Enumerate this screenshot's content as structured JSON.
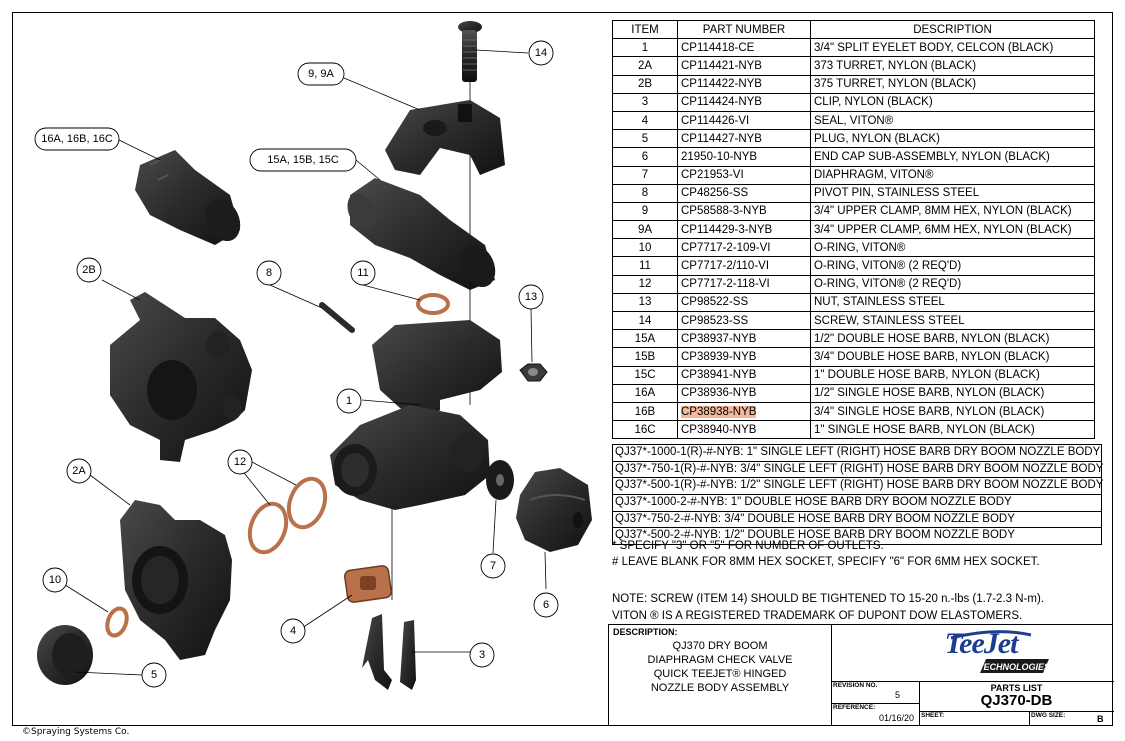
{
  "callouts": {
    "c14": "14",
    "c9": "9, 9A",
    "c16": "16A, 16B, 16C",
    "c15": "15A, 15B, 15C",
    "c2b": "2B",
    "c8": "8",
    "c11": "11",
    "c13": "13",
    "c1": "1",
    "c12": "12",
    "c2a": "2A",
    "c10": "10",
    "c7": "7",
    "c4": "4",
    "c6": "6",
    "c3": "3",
    "c5": "5"
  },
  "table": {
    "headers": [
      "ITEM",
      "PART NUMBER",
      "DESCRIPTION"
    ],
    "rows": [
      {
        "item": "1",
        "pn": "CP114418-CE",
        "desc": "3/4\" SPLIT EYELET BODY, CELCON (BLACK)"
      },
      {
        "item": "2A",
        "pn": "CP114421-NYB",
        "desc": "373 TURRET, NYLON (BLACK)"
      },
      {
        "item": "2B",
        "pn": "CP114422-NYB",
        "desc": "375 TURRET, NYLON (BLACK)"
      },
      {
        "item": "3",
        "pn": "CP114424-NYB",
        "desc": "CLIP, NYLON (BLACK)"
      },
      {
        "item": "4",
        "pn": "CP114426-VI",
        "desc": "SEAL, VITON®"
      },
      {
        "item": "5",
        "pn": "CP114427-NYB",
        "desc": "PLUG, NYLON (BLACK)"
      },
      {
        "item": "6",
        "pn": "21950-10-NYB",
        "desc": "END CAP SUB-ASSEMBLY, NYLON (BLACK)"
      },
      {
        "item": "7",
        "pn": "CP21953-VI",
        "desc": "DIAPHRAGM, VITON®"
      },
      {
        "item": "8",
        "pn": "CP48256-SS",
        "desc": "PIVOT PIN, STAINLESS STEEL"
      },
      {
        "item": "9",
        "pn": "CP58588-3-NYB",
        "desc": "3/4\" UPPER CLAMP, 8MM HEX, NYLON (BLACK)"
      },
      {
        "item": "9A",
        "pn": "CP114429-3-NYB",
        "desc": "3/4\" UPPER CLAMP, 6MM HEX, NYLON (BLACK)"
      },
      {
        "item": "10",
        "pn": "CP7717-2-109-VI",
        "desc": "O-RING, VITON®"
      },
      {
        "item": "11",
        "pn": "CP7717-2/110-VI",
        "desc": "O-RING, VITON®   (2 REQ'D)"
      },
      {
        "item": "12",
        "pn": "CP7717-2-118-VI",
        "desc": "O-RING, VITON®   (2 REQ'D)"
      },
      {
        "item": "13",
        "pn": "CP98522-SS",
        "desc": "NUT, STAINLESS STEEL"
      },
      {
        "item": "14",
        "pn": "CP98523-SS",
        "desc": "SCREW, STAINLESS STEEL"
      },
      {
        "item": "15A",
        "pn": "CP38937-NYB",
        "desc": "1/2\" DOUBLE HOSE BARB, NYLON (BLACK)"
      },
      {
        "item": "15B",
        "pn": "CP38939-NYB",
        "desc": "3/4\" DOUBLE HOSE BARB, NYLON (BLACK)"
      },
      {
        "item": "15C",
        "pn": "CP38941-NYB",
        "desc": "1\" DOUBLE HOSE BARB, NYLON (BLACK)"
      },
      {
        "item": "16A",
        "pn": "CP38936-NYB",
        "desc": "1/2\" SINGLE HOSE BARB, NYLON (BLACK)"
      },
      {
        "item": "16B",
        "pn": "CP38938-NYB",
        "desc": "3/4\" SINGLE HOSE BARB, NYLON (BLACK)",
        "highlight": true
      },
      {
        "item": "16C",
        "pn": "CP38940-NYB",
        "desc": "1\" SINGLE HOSE BARB, NYLON (BLACK)"
      }
    ]
  },
  "models": [
    "QJ37*-1000-1(R)-#-NYB: 1\" SINGLE LEFT (RIGHT) HOSE BARB DRY BOOM NOZZLE BODY",
    "QJ37*-750-1(R)-#-NYB: 3/4\" SINGLE LEFT (RIGHT) HOSE BARB DRY BOOM NOZZLE BODY",
    "QJ37*-500-1(R)-#-NYB: 1/2\" SINGLE LEFT (RIGHT) HOSE BARB DRY BOOM NOZZLE BODY",
    "QJ37*-1000-2-#-NYB: 1\" DOUBLE HOSE BARB DRY BOOM NOZZLE BODY",
    "QJ37*-750-2-#-NYB: 3/4\" DOUBLE HOSE BARB DRY BOOM NOZZLE BODY",
    "QJ37*-500-2-#-NYB: 1/2\" DOUBLE HOSE BARB DRY BOOM NOZZLE BODY"
  ],
  "notes": {
    "specify": "* SPECIFY \"3\" OR \"5\" FOR NUMBER OF OUTLETS.",
    "hex": "# LEAVE BLANK FOR 8MM HEX SOCKET, SPECIFY \"6\" FOR 6MM HEX SOCKET.",
    "torque": "NOTE: SCREW (ITEM 14) SHOULD BE TIGHTENED TO 15-20 n.-lbs (1.7-2.3 N-m).",
    "trademark": "VITON ® IS A REGISTERED TRADEMARK OF DUPONT DOW ELASTOMERS."
  },
  "titleblock": {
    "description_label": "DESCRIPTION:",
    "description_lines": [
      "QJ370 DRY BOOM",
      "DIAPHRAGM CHECK VALVE",
      "QUICK TEEJET® HINGED",
      "NOZZLE BODY ASSEMBLY"
    ],
    "logo_main": "TeeJet",
    "logo_sub": "TECHNOLOGIES",
    "revision_label": "REVISION NO.",
    "revision": "5",
    "reference_label": "REFERENCE:",
    "reference": "01/16/20",
    "parts_list_label": "PARTS LIST",
    "drawing_number": "QJ370-DB",
    "sheet_label": "SHEET:",
    "dwg_size_label": "DWG SIZE:",
    "dwg_size": "B"
  },
  "copyright": "©Spraying Systems Co.",
  "colors": {
    "part_dark": "#2a2a2a",
    "oring_copper": "#b8714a",
    "highlight": "#f4b89a",
    "logo_blue": "#1d3d8f"
  }
}
